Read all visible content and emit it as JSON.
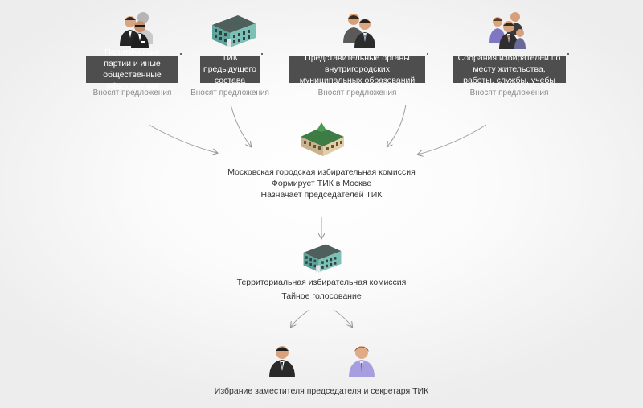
{
  "sources": [
    {
      "label": "Политические партии и иные общественные объединения",
      "note": "Вносят предложения",
      "icon": "business-people-icon"
    },
    {
      "label": "ТИК предыдущего состава",
      "note": "Вносят предложения",
      "icon": "building-icon"
    },
    {
      "label": "Представительные органы внутригородских муниципальных образований",
      "note": "Вносят предложения",
      "icon": "two-people-icon"
    },
    {
      "label": "Собрания избирателей по месту жительства, работы, службы, учебы",
      "note": "Вносят предложения",
      "icon": "group-people-icon"
    }
  ],
  "mgik": {
    "line1": "Московская городская избирательная комиссия",
    "line2": "Формирует ТИК в Москве",
    "line3": "Назначает председателей ТИК",
    "icon": "government-building-icon"
  },
  "tik": {
    "line1": "Территориальная избирательная комиссия",
    "line2": "Тайное голосование",
    "icon": "building-icon"
  },
  "result": {
    "label": "Избрание заместителя председателя и секретаря ТИК",
    "icons": [
      "businessman-icon",
      "person-purple-shirt-icon"
    ]
  },
  "colors": {
    "box": "#4e4e4e",
    "arrow": "#9a9a9a",
    "building_green": "#4f8c86",
    "building_roof": "#34504e"
  }
}
